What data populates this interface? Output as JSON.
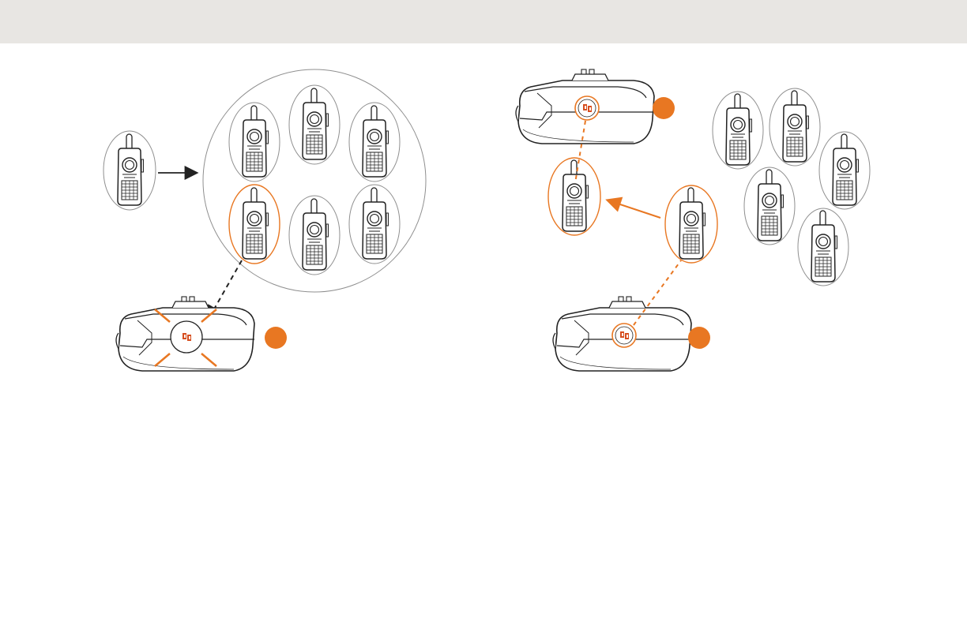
{
  "page": {
    "header_band_color": "#e8e6e3"
  },
  "colors": {
    "accent": "#e87722",
    "outline": "#8f8f8f",
    "device_stroke": "#222222",
    "arrow": "#222222",
    "background": "#ffffff"
  },
  "figures": [
    {
      "name": "left-figure",
      "step_badge_count": 1,
      "cross_marker": true
    },
    {
      "name": "right-figure",
      "step_badge_count": 2,
      "dashed_links": 2
    }
  ],
  "icons": [
    "walkie-talkie-icon",
    "hub-device-icon",
    "logo-icon",
    "arrow-icon",
    "step-badge"
  ]
}
